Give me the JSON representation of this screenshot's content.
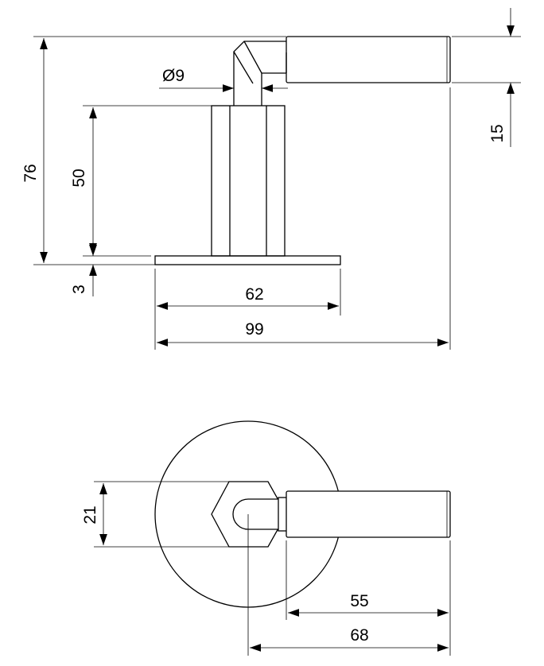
{
  "front_view": {
    "dim_overall_height": "76",
    "dim_column_height": "50",
    "dim_base_thickness": "3",
    "dim_rose_width": "62",
    "dim_overall_width": "99",
    "dim_lever_diameter": "15",
    "dim_spindle_diameter": "Ø9"
  },
  "top_view": {
    "dim_hex_width": "21",
    "dim_lever_length": "55",
    "dim_projection": "68"
  }
}
